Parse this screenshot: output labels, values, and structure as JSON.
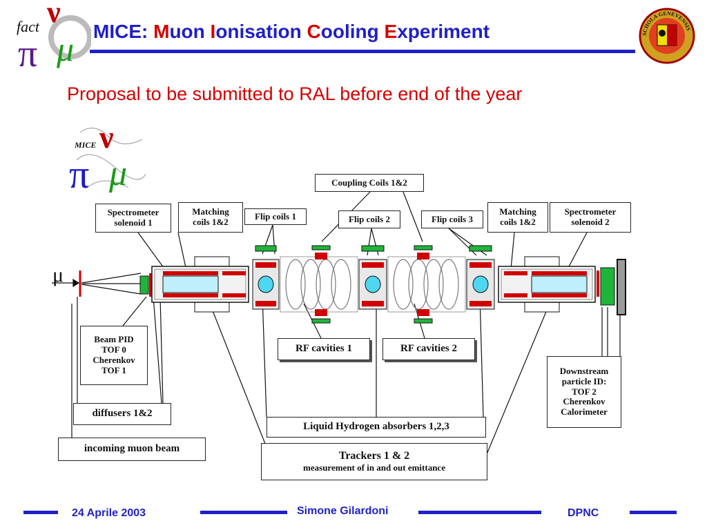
{
  "header": {
    "title_prefix": "MICE: ",
    "title_parts": [
      {
        "initial": "M",
        "rest": "uon "
      },
      {
        "initial": "I",
        "rest": "onisation "
      },
      {
        "initial": "C",
        "rest": "ooling "
      },
      {
        "initial": "E",
        "rest": "xperiment"
      }
    ],
    "logo_left_text": "fact",
    "logo_mice_text": "MICE",
    "seal_text": "SCHOLA GENEVENSIS"
  },
  "subtitle": "Proposal to be submitted to RAL before end of the year",
  "diagram": {
    "beam_symbol": "μ",
    "labels": {
      "spectrometer1": [
        "Spectrometer",
        "solenoid 1"
      ],
      "matching1": [
        "Matching",
        "coils 1&2"
      ],
      "flip1": "Flip coils 1",
      "coupling": "Coupling Coils 1&2",
      "flip2": "Flip coils 2",
      "flip3": "Flip coils 3",
      "matching2": [
        "Matching",
        "coils 1&2"
      ],
      "spectrometer2": [
        "Spectrometer",
        "solenoid 2"
      ],
      "beam_pid": [
        "Beam PID",
        "TOF 0",
        "Cherenkov",
        "TOF 1"
      ],
      "rf1": "RF cavities 1",
      "rf2": "RF cavities 2",
      "downstream": [
        "Downstream",
        "particle ID:",
        "TOF 2",
        "Cherenkov",
        "Calorimeter"
      ],
      "diffusers": "diffusers 1&2",
      "lh2": "Liquid Hydrogen absorbers 1,2,3",
      "incoming": "incoming muon beam",
      "trackers": "Trackers 1 & 2",
      "trackers_sub": "measurement of in and out emittance"
    }
  },
  "footer": {
    "date": "24 Aprile 2003",
    "author": "Simone Gilardoni",
    "org": "DPNC"
  },
  "colors": {
    "title_blue": "#1f1fc8",
    "accent_red": "#d40000",
    "coil_red": "#d00000",
    "detector_green": "#1fb53a",
    "absorber_cyan": "#4fd6f0"
  }
}
